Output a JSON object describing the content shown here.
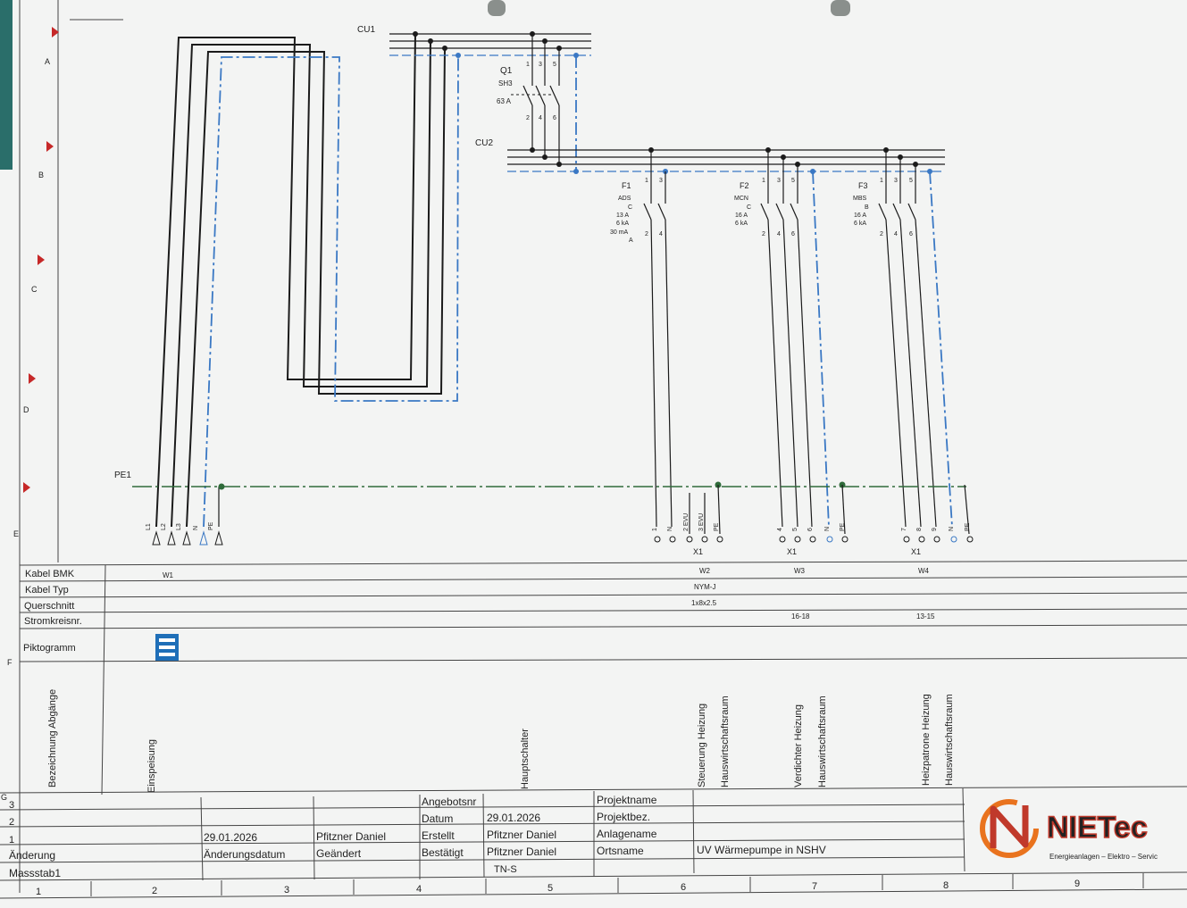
{
  "rows": [
    "A",
    "B",
    "C",
    "D",
    "E",
    "F",
    "G"
  ],
  "columns": [
    "1",
    "2",
    "3",
    "4",
    "5",
    "6",
    "7",
    "8",
    "9"
  ],
  "bus_labels": {
    "cu1": "CU1",
    "cu2": "CU2",
    "pe1": "PE1"
  },
  "main_switch": {
    "tag": "Q1",
    "type": "SH3",
    "rating": "63 A",
    "terminals_top": [
      "1",
      "3",
      "5"
    ],
    "terminals_bottom": [
      "2",
      "4",
      "6"
    ]
  },
  "feed_terminals": [
    "L1",
    "L2",
    "L3",
    "N",
    "PE"
  ],
  "breakers": [
    {
      "tag": "F1",
      "type": "ADS",
      "curve": "C",
      "rating": "13 A",
      "kA": "6 kA",
      "rcd": "30 mA",
      "rcd_type": "A",
      "terminals_top": [
        "1",
        "3"
      ],
      "terminals_bottom": [
        "2",
        "4"
      ]
    },
    {
      "tag": "F2",
      "type": "MCN",
      "curve": "C",
      "rating": "16 A",
      "kA": "6 kA",
      "terminals_top": [
        "1",
        "3",
        "5"
      ],
      "terminals_bottom": [
        "2",
        "4",
        "6"
      ]
    },
    {
      "tag": "F3",
      "type": "MBS",
      "curve": "B",
      "rating": "16 A",
      "kA": "6 kA",
      "terminals_top": [
        "1",
        "3",
        "5"
      ],
      "terminals_bottom": [
        "2",
        "4",
        "6"
      ]
    }
  ],
  "terminal_blocks": [
    {
      "label": "X1",
      "terminals": [
        "1",
        "N",
        "2 EVU",
        "3 EVU",
        "PE"
      ]
    },
    {
      "label": "X1",
      "terminals": [
        "4",
        "5",
        "6",
        "N",
        "PE"
      ]
    },
    {
      "label": "X1",
      "terminals": [
        "7",
        "8",
        "9",
        "N",
        "PE"
      ]
    }
  ],
  "info_rows": {
    "kabel_bmk": "Kabel BMK",
    "kabel_typ": "Kabel Typ",
    "querschnitt": "Querschnitt",
    "stromkreisnr": "Stromkreisnr.",
    "piktogramm": "Piktogramm"
  },
  "cables": {
    "w1": "W1",
    "w2": "W2",
    "w3": "W3",
    "w4": "W4",
    "typ": "NYM-J",
    "querschnitt": "1x8x2.5",
    "kreis_w3": "16-18",
    "kreis_w4": "13-15"
  },
  "descriptions": {
    "header": "Bezeichnung Abgänge",
    "einspeisung": "Einspeisung",
    "hauptschalter": "Hauptschalter",
    "f1": "Steuerung Heizung",
    "f2": "Verdichter Heizung",
    "f3": "Heizpatrone Heizung",
    "room": "Hauswirtschaftsraum"
  },
  "title_block": {
    "rows": [
      "3",
      "2",
      "1"
    ],
    "aenderung": "Änderung",
    "massstab": "Massstab1",
    "aenderungsdatum_label": "Änderungsdatum",
    "aenderungsdatum": "29.01.2026",
    "geaendert_label": "Geändert",
    "geaendert": "Pfitzner Daniel",
    "angebotsnr": "Angebotsnr",
    "datum_label": "Datum",
    "datum": "29.01.2026",
    "erstellt_label": "Erstellt",
    "erstellt": "Pfitzner Daniel",
    "bestaetigt_label": "Bestätigt",
    "bestaetigt": "Pfitzner Daniel",
    "netz": "TN-S",
    "projektname": "Projektname",
    "projektbez": "Projektbez.",
    "anlagename": "Anlagename",
    "ortsname": "Ortsname",
    "anlage_value": "UV Wärmepumpe in NSHV"
  },
  "logo": {
    "name": "NIETec",
    "tagline": "Energieanlagen – Elektro – Servic"
  },
  "colors": {
    "pe_wire": "#3a78c4",
    "pe_bus": "#2f6b3a",
    "pikto": "#1f6fb8",
    "logo_orange": "#e9731e",
    "logo_red": "#c0392b"
  }
}
